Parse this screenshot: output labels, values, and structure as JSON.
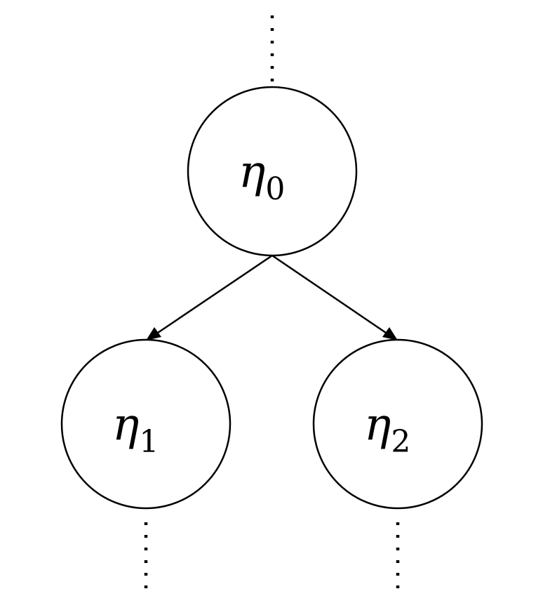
{
  "nodes": [
    {
      "id": "root",
      "symbol": "η",
      "subscript": "0"
    },
    {
      "id": "left",
      "symbol": "η",
      "subscript": "1"
    },
    {
      "id": "right",
      "symbol": "η",
      "subscript": "2"
    }
  ],
  "edges": [
    {
      "from": "root",
      "to": "left"
    },
    {
      "from": "root",
      "to": "right"
    }
  ],
  "continuations": [
    {
      "node": "root",
      "direction": "above"
    },
    {
      "node": "left",
      "direction": "below"
    },
    {
      "node": "right",
      "direction": "below"
    }
  ],
  "colors": {
    "stroke": "#000000",
    "background": "#ffffff"
  }
}
